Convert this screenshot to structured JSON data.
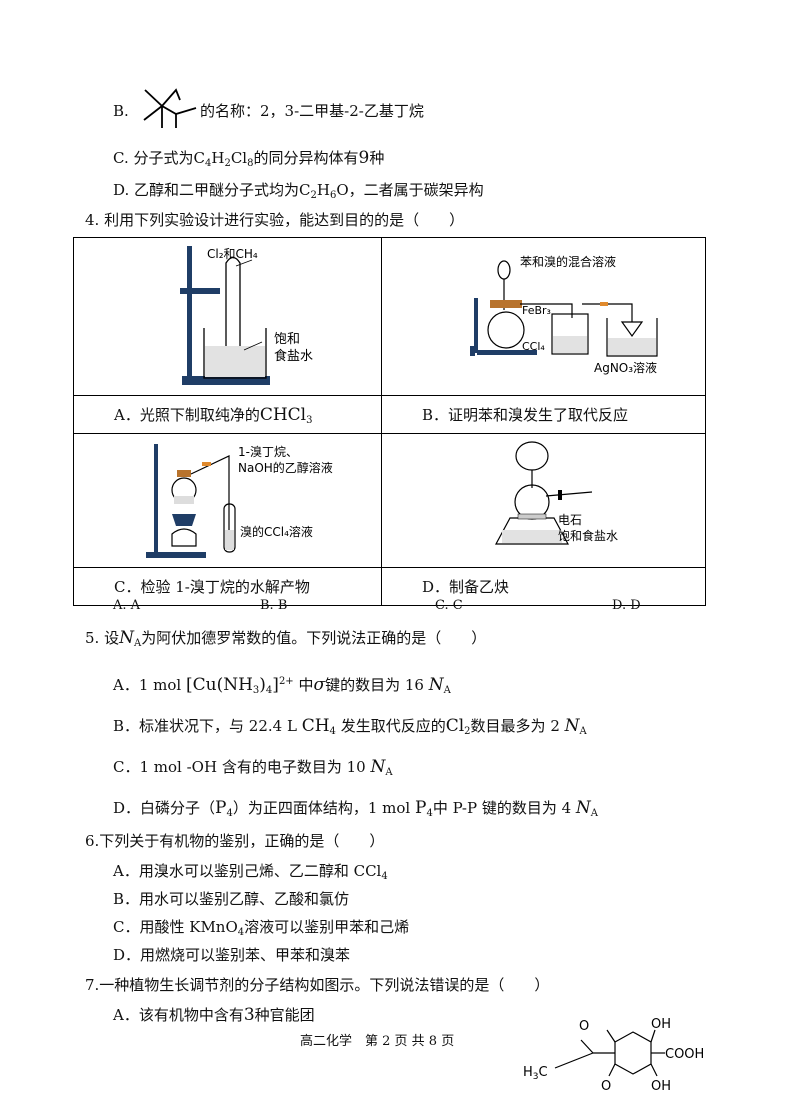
{
  "q3": {
    "b_label": "B.",
    "b_text": "的名称：2，3-二甲基-2-乙基丁烷",
    "c_label": "C.",
    "c_pre": "分子式为C",
    "c_s1": "4",
    "c_h": "H",
    "c_s2": "2",
    "c_cl": "Cl",
    "c_s3": "8",
    "c_post": "的同分异构体有",
    "c_num": "9",
    "c_end": "种",
    "d_label": "D.",
    "d_pre": "乙醇和二甲醚分子式均为C",
    "d_s1": "2",
    "d_h": "H",
    "d_s2": "6",
    "d_post": "O，二者属于碳架异构"
  },
  "q4": {
    "stem": "4. 利用下列实验设计进行实验，能达到目的的是（　　）",
    "a_label_img1": "Cl",
    "a_img_l1": "Cl₂和CH₄",
    "a_img_l2": "饱和",
    "a_img_l3": "食盐水",
    "b_img_l1": "苯和溴的混合溶液",
    "b_img_l2": "FeBr₃",
    "b_img_l3": "CCl₄",
    "b_img_l4": "AgNO₃溶液",
    "c_img_l1": "1-溴丁烷、",
    "c_img_l2": "NaOH的乙醇溶液",
    "c_img_l3": "溴的CCl₄溶液",
    "d_img_l1": "电石",
    "d_img_l2": "饱和食盐水",
    "cap_a_pre": "A．光照下制取纯净的",
    "cap_a_chem": "CHCl",
    "cap_a_sub": "3",
    "cap_b": "B．证明苯和溴发生了取代反应",
    "cap_c": "C．检验 1-溴丁烷的水解产物",
    "cap_d": "D．制备乙炔",
    "options": [
      "A. A",
      "B. B",
      "C. C",
      "D. D"
    ]
  },
  "q5": {
    "stem_pre": "5. 设",
    "na": "N",
    "na_sub": "A",
    "stem_post": "为阿伏加德罗常数的值。下列说法正确的是（　　）",
    "a_pre": "A．1 mol",
    "a_complex": "[Cu(NH",
    "a_c_sub": "3",
    "a_c_mid": ")",
    "a_c_sub2": "4",
    "a_c_end": "]",
    "a_charge": "2+",
    "a_mid": "中",
    "a_sigma": "σ",
    "a_post": "键的数目为 16",
    "b_pre": "B．标准状况下，与 22.4 L",
    "b_ch4": "CH",
    "b_ch4_sub": "4",
    "b_mid": "发生取代反应的",
    "b_cl": "Cl",
    "b_cl_sub": "2",
    "b_post": "数目最多为 2",
    "c_text": "C．1 mol -OH 含有的电子数目为 10",
    "d_pre": "D．白磷分子（",
    "d_p": "P",
    "d_p_sub": "4",
    "d_mid": "）为正四面体结构，1 mol",
    "d_post": "中 P-P 键的数目为 4"
  },
  "q6": {
    "stem": "6.下列关于有机物的鉴别，正确的是（　　）",
    "a": "A．用溴水可以鉴别己烯、乙二醇和 CCl",
    "a_sub": "4",
    "b": "B．用水可以鉴别乙醇、乙酸和氯仿",
    "c_pre": "C．用酸性 KMnO",
    "c_sub": "4",
    "c_post": "溶液可以鉴别甲苯和己烯",
    "d": "D．用燃烧可以鉴别苯、甲苯和溴苯"
  },
  "q7": {
    "stem": "7.一种植物生长调节剂的分子结构如图示。下列说法错误的是（　　）",
    "a_pre": "A．该有机物中含有",
    "a_num": "3",
    "a_post": "种官能团",
    "struct_o1": "O",
    "struct_oh1": "OH",
    "struct_cooh": "COOH",
    "struct_h3c": "H",
    "struct_h3c_sub": "3",
    "struct_c": "C",
    "struct_o2": "O",
    "struct_oh2": "OH"
  },
  "footer": "高二化学　第 2 页 共 8 页"
}
